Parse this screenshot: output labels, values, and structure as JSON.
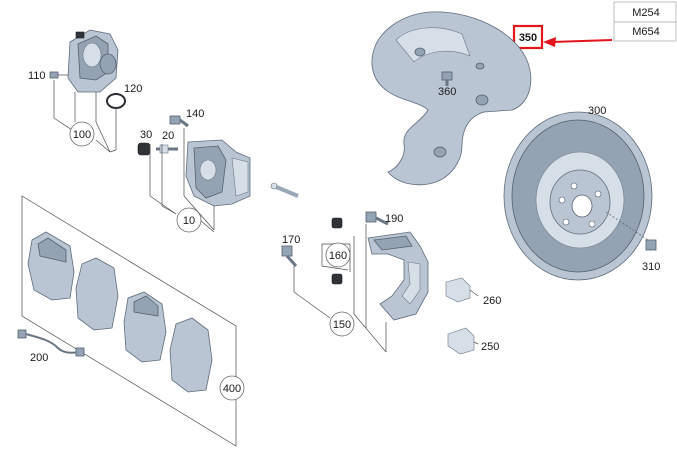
{
  "model_table": {
    "rows": [
      "M254",
      "M654"
    ]
  },
  "highlight": {
    "label": "350",
    "color": "#e3141b"
  },
  "labels": {
    "p110": "110",
    "p120": "120",
    "p100": "100",
    "p140": "140",
    "p30": "30",
    "p20": "20",
    "p10": "10",
    "p350": "350",
    "p360": "360",
    "p300": "300",
    "p310": "310",
    "p190": "190",
    "p170": "170",
    "p160": "160",
    "p150": "150",
    "p260": "260",
    "p250": "250",
    "p200": "200",
    "p400": "400"
  },
  "colors": {
    "part_fill": "#b9c5d2",
    "part_stroke": "#5e6b79",
    "highlight": "#e3141b"
  }
}
